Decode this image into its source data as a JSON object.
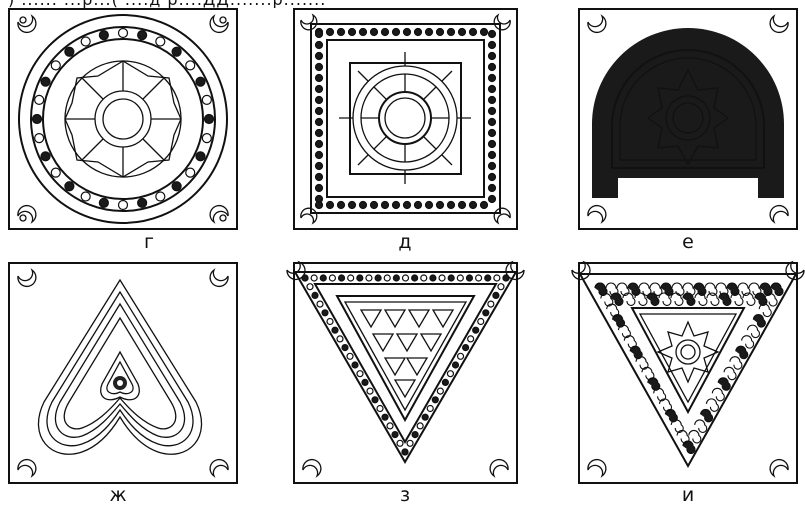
{
  "cutoff_text": ") ...... ...р...( ....д р....ДД.......р.......",
  "panels": [
    {
      "id": "g",
      "caption": "г"
    },
    {
      "id": "d",
      "caption": "д"
    },
    {
      "id": "e",
      "caption": "е"
    },
    {
      "id": "zh",
      "caption": "ж"
    },
    {
      "id": "z",
      "caption": "з"
    },
    {
      "id": "i",
      "caption": "и"
    }
  ]
}
